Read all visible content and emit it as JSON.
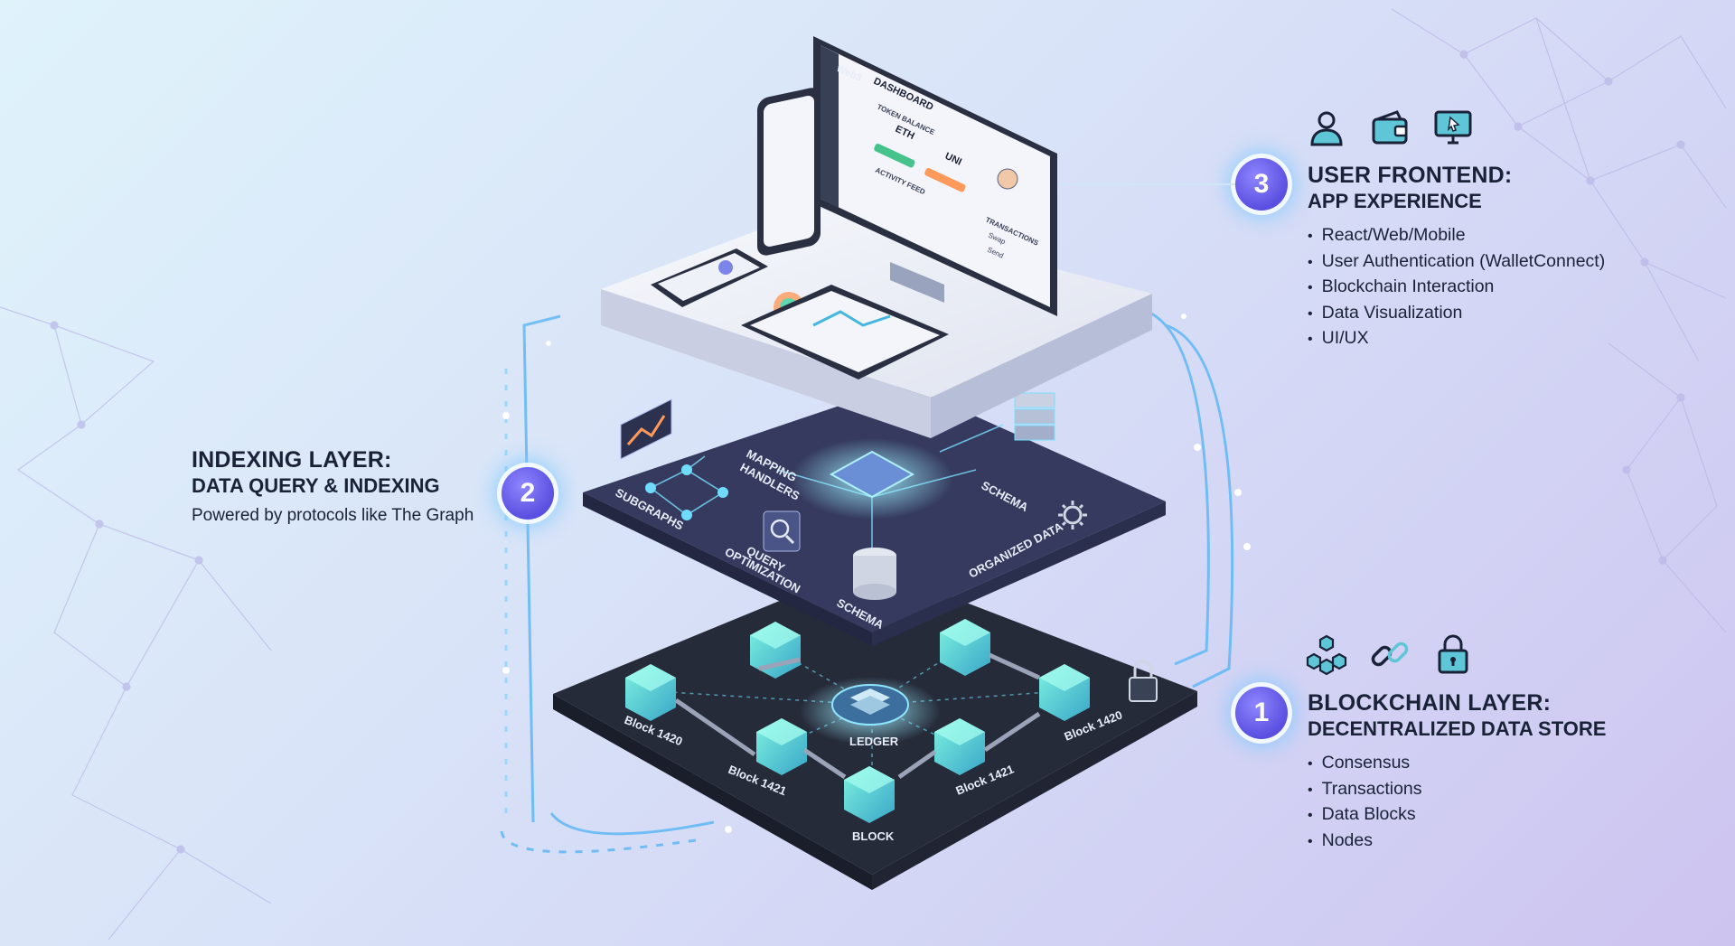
{
  "frontend": {
    "number": "3",
    "title": "USER FRONTEND:",
    "subtitle": "APP EXPERIENCE",
    "bullets": [
      "React/Web/Mobile",
      "User Authentication (WalletConnect)",
      "Blockchain Interaction",
      "Data Visualization",
      "UI/UX"
    ],
    "icons": [
      "user-icon",
      "wallet-icon",
      "monitor-cursor-icon"
    ]
  },
  "indexing": {
    "number": "2",
    "title": "INDEXING LAYER:",
    "subtitle": "DATA QUERY & INDEXING",
    "caption": "Powered by protocols like The Graph",
    "labels": {
      "subgraphs": "SUBGRAPHS",
      "mapping": "MAPPING",
      "handlers": "HANDLERS",
      "query": "QUERY",
      "optimization": "OPTIMIZATION",
      "schema": "SCHEMA",
      "organized": "ORGANIZED DATA"
    }
  },
  "blockchain": {
    "number": "1",
    "title": "BLOCKCHAIN LAYER:",
    "subtitle": "DECENTRALIZED DATA STORE",
    "bullets": [
      "Consensus",
      "Transactions",
      "Data Blocks",
      "Nodes"
    ],
    "icons": [
      "network-cubes-icon",
      "chain-link-icon",
      "padlock-icon"
    ],
    "labels": {
      "block_1420": "Block 1420",
      "block_1421": "Block 1421",
      "ledger": "LEDGER",
      "block": "BLOCK"
    }
  },
  "screen": {
    "app_name": "Web3",
    "heading": "DASHBOARD",
    "token_balance": "TOKEN BALANCE",
    "eth": "ETH",
    "uni": "UNI",
    "activity_feed": "ACTIVITY FEED",
    "transactions": "TRANSACTIONS",
    "swap": "Swap",
    "send": "Send"
  },
  "colors": {
    "accent": "#5a4fe0",
    "dark_layer": "#2d3344",
    "mid_layer": "#3a3f62",
    "top_layer": "#eef0f6",
    "glow": "#5fd8ff"
  }
}
